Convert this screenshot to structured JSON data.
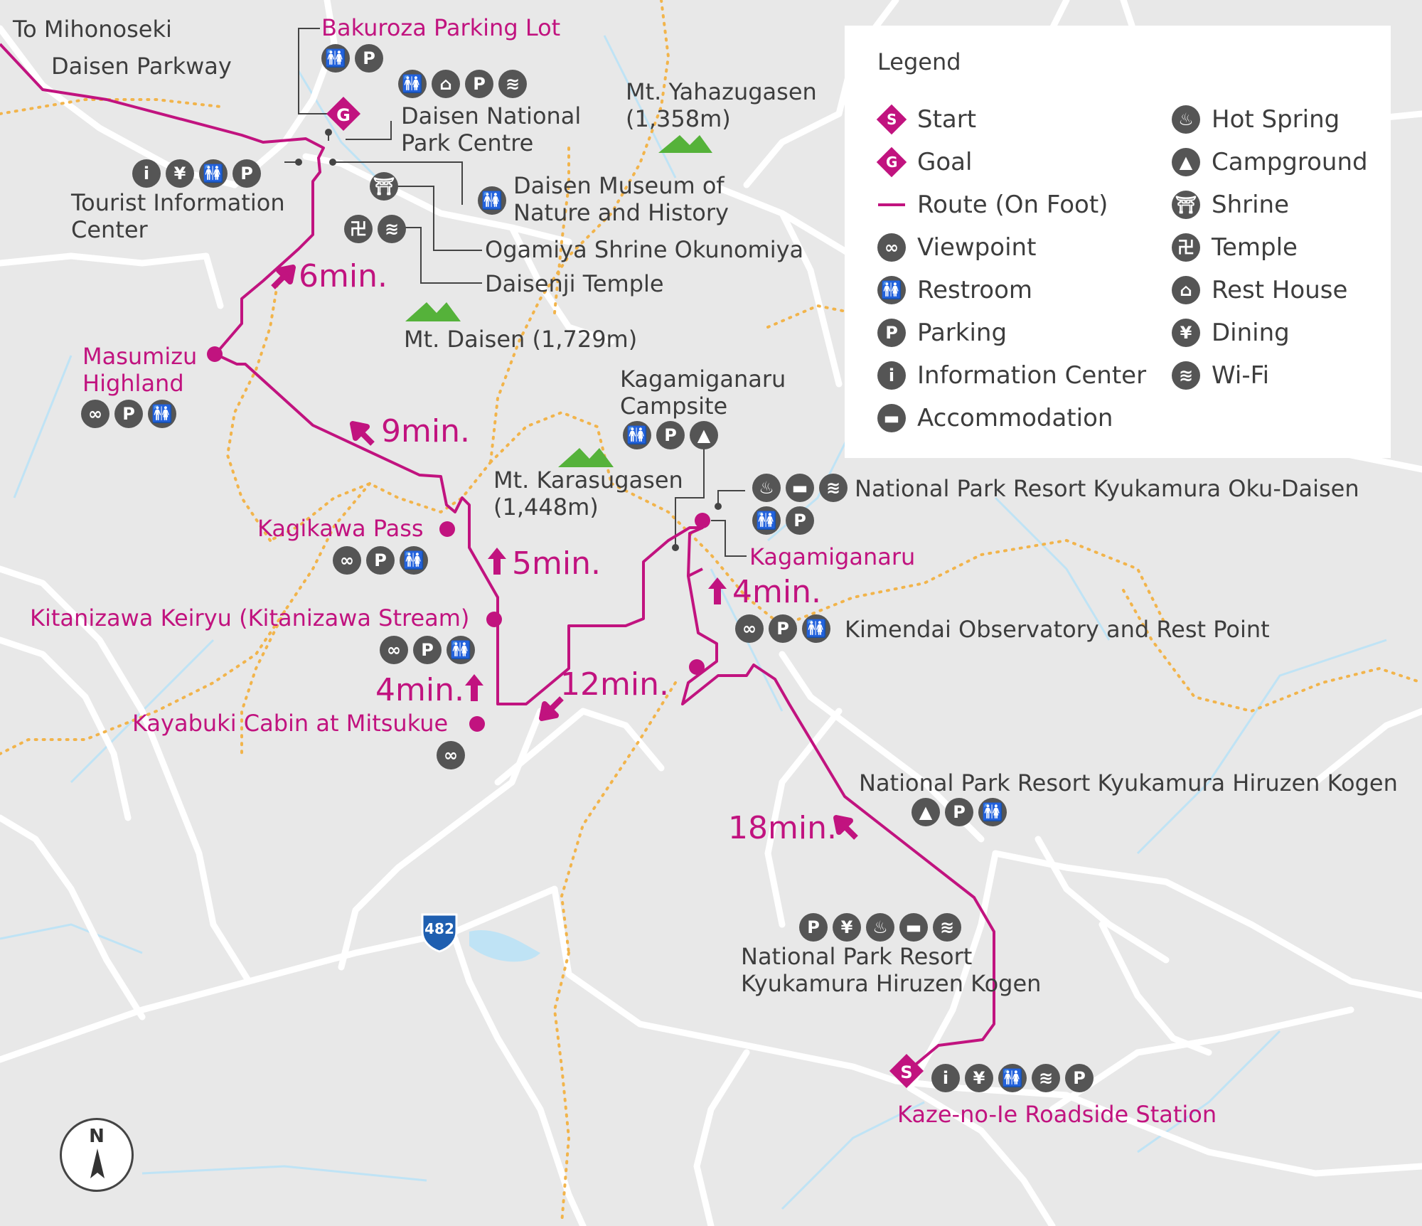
{
  "colors": {
    "route": "#c1137f",
    "background": "#e8e8e8",
    "roads": "#ffffff",
    "trails": "#f2b44b",
    "water": "#bfe3f5",
    "mountain": "#55b23a",
    "icon": "#555555"
  },
  "labels": {
    "to_mihonoseki": "To Mihonoseki",
    "daisen_parkway": "Daisen Parkway",
    "daisen_national_park_centre": "Daisen National Park Centre",
    "tourist_information_center": "Tourist Information Center",
    "daisen_museum": "Daisen Museum of Nature and History",
    "ogamiya_shrine": "Ogamiya Shrine Okunomiya",
    "daisenji_temple": "Daisenji Temple",
    "mt_yahazugasen": "Mt. Yahazugasen (1,358m)",
    "mt_daisen": "Mt. Daisen (1,729m)",
    "mt_karasugasen": "Mt. Karasugasen (1,448m)",
    "kagamiganaru_campsite": "Kagamiganaru Campsite",
    "kyukamura_oku_daisen": "National Park Resort Kyukamura Oku-Daisen",
    "kimendai": "Kimendai Observatory and Rest Point",
    "kyukamura_hiruzen_1": "National Park Resort Kyukamura Hiruzen Kogen",
    "kyukamura_hiruzen_2": "National Park Resort Kyukamura Hiruzen Kogen",
    "route_482": "482"
  },
  "points": {
    "bakuroza": "Bakuroza Parking Lot",
    "masumizu": "Masumizu Highland",
    "kagikawa": "Kagikawa Pass",
    "kitanizawa": "Kitanizawa Keiryu (Kitanizawa Stream)",
    "kayabuki": "Kayabuki Cabin at Mitsukue",
    "kagamiganaru": "Kagamiganaru",
    "kaze_no_ie": "Kaze-no-Ie Roadside Station"
  },
  "times": {
    "t6": "6min.",
    "t9": "9min.",
    "t5": "5min.",
    "t4a": "4min.",
    "t12": "12min.",
    "t4b": "4min.",
    "t18": "18min."
  },
  "legend": {
    "title": "Legend",
    "items_left": [
      {
        "icon": "start",
        "label": "Start"
      },
      {
        "icon": "goal",
        "label": "Goal"
      },
      {
        "icon": "route",
        "label": "Route (On Foot)"
      },
      {
        "icon": "viewpoint-icon",
        "label": "Viewpoint"
      },
      {
        "icon": "restroom-icon",
        "label": "Restroom"
      },
      {
        "icon": "parking-icon",
        "label": "Parking"
      },
      {
        "icon": "information-icon",
        "label": "Information Center"
      },
      {
        "icon": "accommodation-icon",
        "label": "Accommodation"
      }
    ],
    "items_right": [
      {
        "icon": "hot-spring-icon",
        "label": "Hot Spring"
      },
      {
        "icon": "campground-icon",
        "label": "Campground"
      },
      {
        "icon": "shrine-icon",
        "label": "Shrine"
      },
      {
        "icon": "temple-icon",
        "label": "Temple"
      },
      {
        "icon": "rest-house-icon",
        "label": "Rest House"
      },
      {
        "icon": "dining-icon",
        "label": "Dining"
      },
      {
        "icon": "wifi-icon",
        "label": "Wi-Fi"
      }
    ],
    "start_letter": "S",
    "goal_letter": "G"
  },
  "compass": "N"
}
